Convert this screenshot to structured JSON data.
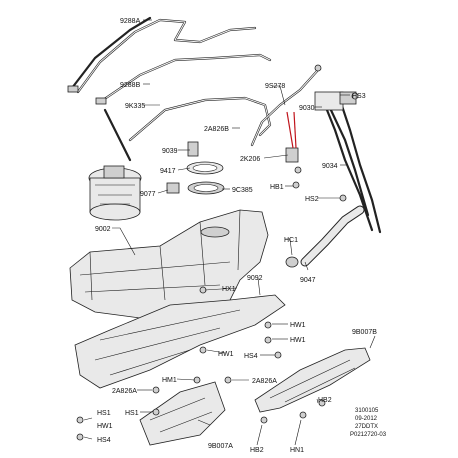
{
  "callouts": {
    "c9288A": "9288A",
    "c9288B": "9288B",
    "c9K335": "9K335",
    "c9S278": "9S278",
    "cHS3": "HS3",
    "c9030": "9030",
    "c2A826B": "2A826B",
    "c9039": "9039",
    "c2K206": "2K206",
    "c9417": "9417",
    "c9034": "9034",
    "c9077": "9077",
    "c9C385": "9C385",
    "cHB1": "HB1",
    "cHS2": "HS2",
    "c9002": "9002",
    "cHC1": "HC1",
    "c9092": "9092",
    "cHX1": "HX1",
    "c9047": "9047",
    "cHW1a": "HW1",
    "cHW1b": "HW1",
    "cHW1c": "HW1",
    "cHS4a": "HS4",
    "c9B007B": "9B007B",
    "cHM1": "HM1",
    "c2A826A_a": "2A826A",
    "c2A826A_b": "2A826A",
    "cHS1a": "HS1",
    "cHS1b": "HS1",
    "cHW1d": "HW1",
    "cHS4b": "HS4",
    "c9B007A": "9B007A",
    "cHB2a": "HB2",
    "cHB2b": "HB2",
    "cHN1": "HN1"
  },
  "footer": {
    "line1": "3100105",
    "line2": "09-2012",
    "line3": "27DDTX",
    "line4": "P0212720-03"
  },
  "colors": {
    "highlight": "#c0141c",
    "ink": "#1a1a1a"
  }
}
